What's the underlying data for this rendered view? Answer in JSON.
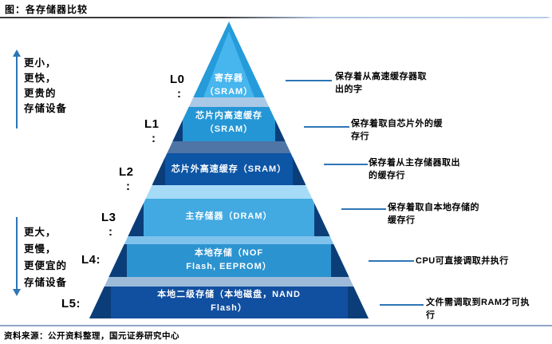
{
  "title": "图：各存储器比较",
  "source": "资料来源：公开资料整理，国元证券研究中心",
  "left_axis": {
    "top": {
      "direction": "up",
      "lines": [
        "更小，",
        "更快，",
        "更贵的",
        "存储设备"
      ]
    },
    "bottom": {
      "direction": "down",
      "lines": [
        "更大，",
        "更慢，",
        "更便宜的",
        "存储设备"
      ]
    }
  },
  "colors": {
    "accent_line": "#2E75B6",
    "source_rule": "#8FA6C4",
    "pyramid_text": "#FFFFFF",
    "bevel_dark": "#0B3E79",
    "l0_outer": "#259BDA",
    "l0_inner": "#47B6EE"
  },
  "pyramid": {
    "levels": [
      {
        "id": "L0",
        "label": "L0",
        "colon": ":",
        "name_lines": [
          "寄存器",
          "（SRAM）"
        ],
        "face_color": "#259BDA",
        "annotation_lines": [
          "保存着从高速缓存器取",
          "出的字"
        ]
      },
      {
        "id": "L1",
        "label": "L1",
        "colon": ":",
        "name_lines": [
          "芯片内高速缓存",
          "（SRAM）"
        ],
        "face_color": "#2496D5",
        "annotation_lines": [
          "保存着取自芯片外的缓",
          "存行"
        ]
      },
      {
        "id": "L2",
        "label": "L2",
        "colon": ":",
        "name_lines": [
          "芯片外高速缓存（SRAM）"
        ],
        "face_color": "#0D55A5",
        "annotation_lines": [
          "保存着从主存储器取出",
          "的缓存行"
        ]
      },
      {
        "id": "L3",
        "label": "L3",
        "colon": ":",
        "name_lines": [
          "主存储器（DRAM）"
        ],
        "face_color": "#42A9E1",
        "annotation_lines": [
          "保存着取自本地存储的",
          "缓存行"
        ]
      },
      {
        "id": "L4",
        "label": "L4:",
        "colon": "",
        "name_lines": [
          "本地存储（NOF",
          "Flash, EEPROM）"
        ],
        "face_color": "#2B93D0",
        "annotation_lines": [
          "CPU可直接调取并执行"
        ]
      },
      {
        "id": "L5",
        "label": "L5:",
        "colon": "",
        "name_lines": [
          "本地二级存储（本地磁盘，NAND",
          "Flash）"
        ],
        "face_color": "#114FA0",
        "annotation_lines": [
          "文件需调取到RAM才可执",
          "行"
        ]
      }
    ],
    "step_colors": [
      "#A9C9E6",
      "#4E75A5",
      "#A5DBF7",
      "#7FC2EC",
      "#9DBBD9"
    ]
  }
}
